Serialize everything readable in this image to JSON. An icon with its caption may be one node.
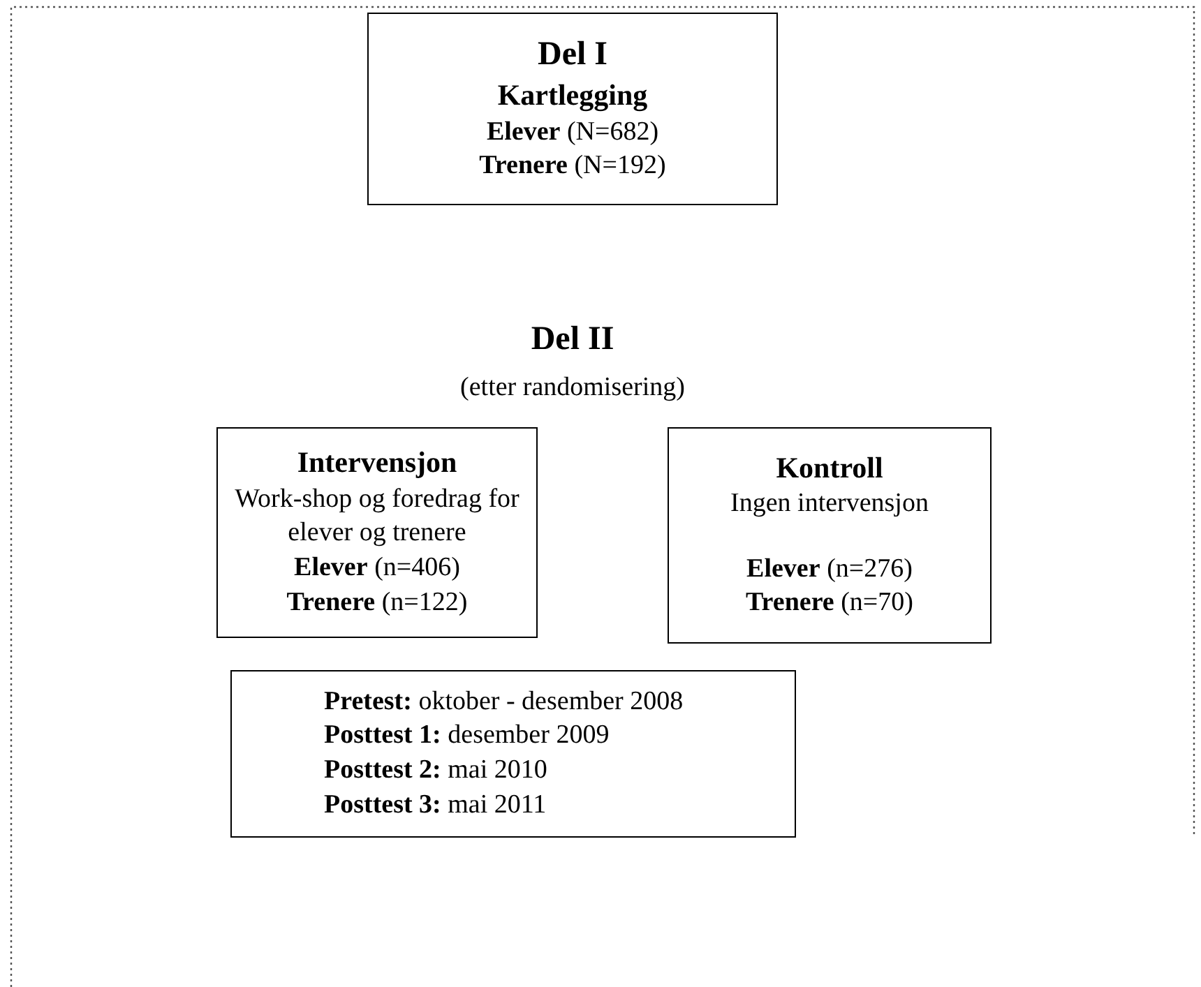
{
  "diagram": {
    "nodes": [
      {
        "text": [
          "Del I",
          "Kartlegging",
          "**Elever** (N=682)",
          "**Trenere** (N=192)"
        ]
      },
      {
        "text": [
          "Intervensjon",
          "Work-shop og foredrag for elever og trenere",
          "**Elever** (n=406)",
          "**Trenere** (n=122)"
        ]
      },
      {
        "text": [
          "Kontroll",
          "Ingen intervensjon",
          "**Elever** (n=276)",
          "**Trenere** (n=70)"
        ]
      },
      {
        "text": [
          "**Pretest:** oktober - desember 2008",
          "**Posttest 1:** desember 2009",
          "**Posttest 2:** mai 2010",
          "**Posttest 3:** mai 2011"
        ]
      }
    ],
    "labels": [
      "Del II",
      "(etter randomisering)"
    ]
  }
}
